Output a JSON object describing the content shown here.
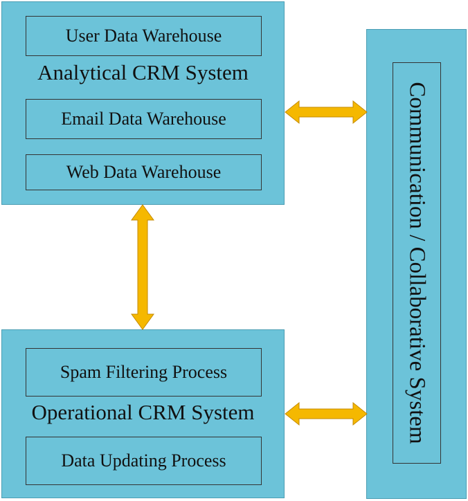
{
  "analytical": {
    "title": "Analytical CRM System",
    "items": [
      "User Data Warehouse",
      "Email Data Warehouse",
      "Web Data Warehouse"
    ]
  },
  "operational": {
    "title": "Operational CRM System",
    "items": [
      "Spam Filtering Process",
      "Data Updating Process"
    ]
  },
  "collaborative": {
    "title": "Communication / Collaborative  System"
  },
  "colors": {
    "panel_fill": "#6cc3d9",
    "arrow_fill": "#f5b800",
    "arrow_stroke": "#c48a00"
  }
}
